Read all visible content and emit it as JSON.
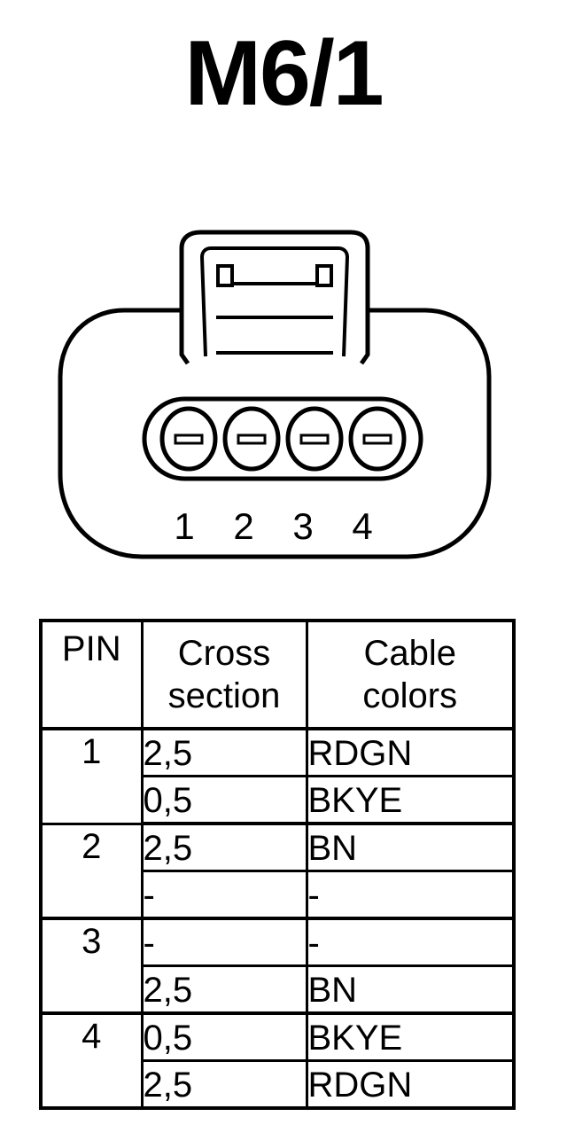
{
  "title": "M6/1",
  "connector": {
    "pin_labels": [
      "1",
      "2",
      "3",
      "4"
    ]
  },
  "table": {
    "headers": {
      "pin": "PIN",
      "cross_section_line1": "Cross",
      "cross_section_line2": "section",
      "cable_colors_line1": "Cable",
      "cable_colors_line2": "colors"
    },
    "rows": [
      {
        "pin": "1",
        "wires": [
          {
            "cross_section": "2,5",
            "color": "RDGN"
          },
          {
            "cross_section": "0,5",
            "color": "BKYE"
          }
        ]
      },
      {
        "pin": "2",
        "wires": [
          {
            "cross_section": "2,5",
            "color": "BN"
          },
          {
            "cross_section": "-",
            "color": "-"
          }
        ]
      },
      {
        "pin": "3",
        "wires": [
          {
            "cross_section": "-",
            "color": "-"
          },
          {
            "cross_section": "2,5",
            "color": "BN"
          }
        ]
      },
      {
        "pin": "4",
        "wires": [
          {
            "cross_section": "0,5",
            "color": "BKYE"
          },
          {
            "cross_section": "2,5",
            "color": "RDGN"
          }
        ]
      }
    ]
  }
}
